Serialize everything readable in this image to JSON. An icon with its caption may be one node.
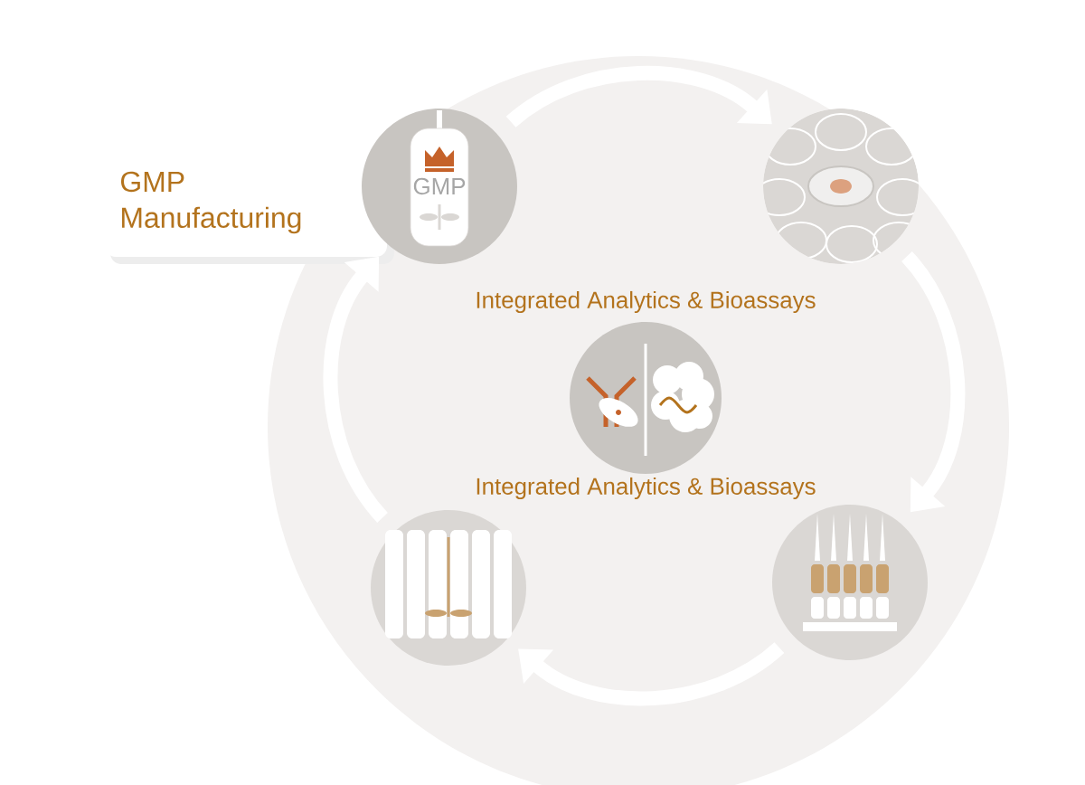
{
  "diagram": {
    "nodes": [
      {
        "text": [
          "GMP Manufacturing"
        ]
      },
      {
        "text": [
          "GMP"
        ]
      },
      {
        "text": [],
        "shape": "picture"
      },
      {
        "text": [],
        "shape": "picture"
      },
      {
        "text": [],
        "shape": "picture"
      },
      {
        "text": [],
        "shape": "picture",
        "beside": [
          "Integrated Analytics & Bioassays",
          "Integrated Analytics & Bioassays"
        ]
      }
    ],
    "edges": [
      {
        "from": 1,
        "to": 2,
        "arrow": "to"
      },
      {
        "from": 2,
        "to": 3,
        "arrow": "to"
      },
      {
        "from": 3,
        "to": 4,
        "arrow": "to"
      },
      {
        "from": 4,
        "to": 1,
        "arrow": "to"
      }
    ]
  }
}
